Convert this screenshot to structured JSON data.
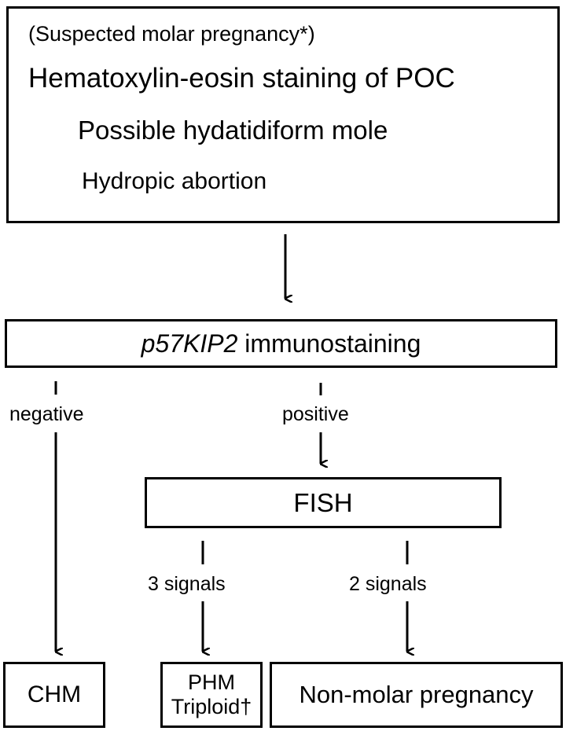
{
  "top_box": {
    "line1": "(Suspected molar pregnancy*)",
    "line2": "Hematoxylin-eosin staining of POC",
    "line3": "Possible hydatidiform mole",
    "line4": "Hydropic abortion"
  },
  "immuno_box": {
    "italic_part": "p57KIP2",
    "rest": " immunostaining"
  },
  "branch_labels": {
    "negative": "negative",
    "positive": "positive",
    "three_signals": "3 signals",
    "two_signals": "2 signals"
  },
  "fish_box": {
    "label": "FISH"
  },
  "results": {
    "chm": "CHM",
    "phm_line1": "PHM",
    "phm_line2": "Triploid†",
    "non_molar": "Non-molar pregnancy"
  }
}
